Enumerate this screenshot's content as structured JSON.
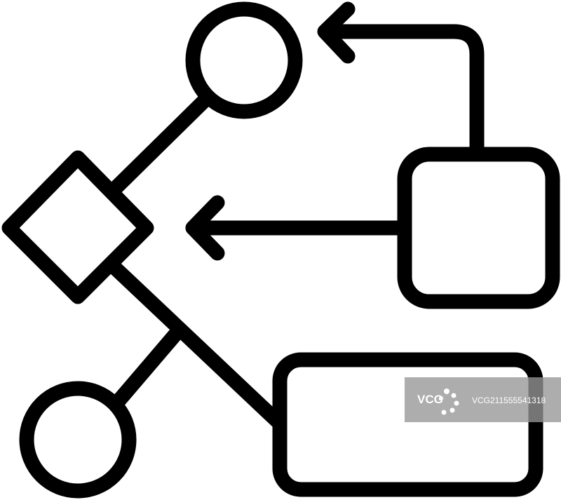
{
  "diagram": {
    "stroke_color": "#000000",
    "background": "#ffffff",
    "shapes": [
      "top-circle",
      "decision-diamond",
      "right-square",
      "bottom-circle",
      "bottom-rectangle"
    ]
  },
  "watermark": {
    "brand": "VCG",
    "id": "VCG211555541318",
    "background": "#969696"
  }
}
